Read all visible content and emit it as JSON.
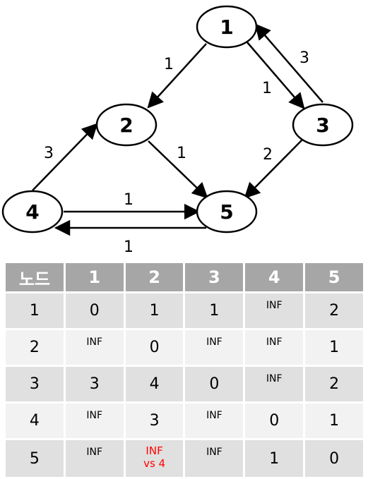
{
  "graph": {
    "nodes": [
      "1",
      "2",
      "3",
      "4",
      "5"
    ],
    "edge_labels": {
      "e12": "1",
      "e13": "1",
      "e31": "3",
      "e25": "1",
      "e35": "2",
      "e42": "3",
      "e45": "1",
      "e54": "1"
    }
  },
  "table": {
    "header": [
      "노드",
      "1",
      "2",
      "3",
      "4",
      "5"
    ],
    "rows": [
      [
        "1",
        "0",
        "1",
        "1",
        "INF",
        "2"
      ],
      [
        "2",
        "INF",
        "0",
        "INF",
        "INF",
        "1"
      ],
      [
        "3",
        "3",
        "4",
        "0",
        "INF",
        "2"
      ],
      [
        "4",
        "INF",
        "3",
        "INF",
        "0",
        "1"
      ],
      [
        "5",
        "INF",
        "INF",
        "INF",
        "1",
        "0"
      ]
    ],
    "highlight_note": "vs 4"
  },
  "colors": {
    "header_bg": "#a6a6a6",
    "row_dark": "#e0e0e0",
    "row_light": "#f2f2f2",
    "highlight": "#ff0000"
  }
}
